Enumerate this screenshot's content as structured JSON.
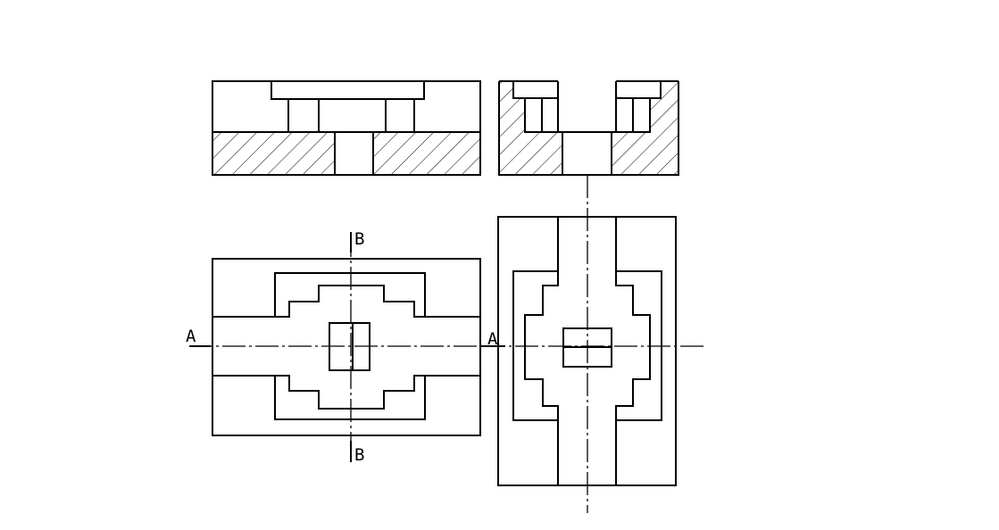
{
  "section_labels": {
    "a_left": "A",
    "a_right": "A",
    "b_top": "B",
    "b_bottom": "B"
  },
  "colors": {
    "line": "#000000",
    "background": "#ffffff"
  }
}
